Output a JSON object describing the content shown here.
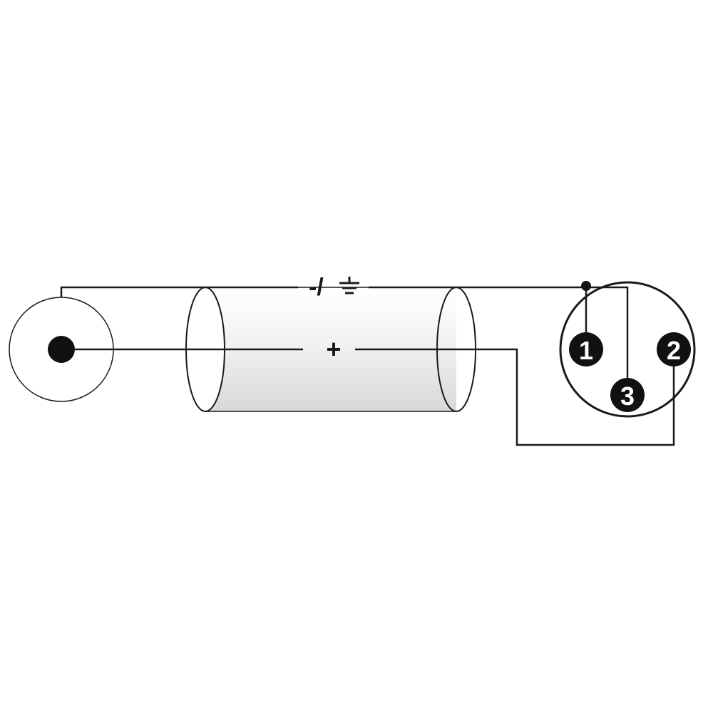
{
  "labels": {
    "ground_wire": "-/⏚",
    "signal_wire": "+"
  },
  "xlr_pins": {
    "pin1": "1",
    "pin2": "2",
    "pin3": "3"
  },
  "colors": {
    "line": "#1a1a1a",
    "pin_fill": "#111111",
    "cable_shade": "#e6e6e6",
    "background": "#ffffff"
  },
  "icons": {
    "ground": "ground-icon"
  }
}
